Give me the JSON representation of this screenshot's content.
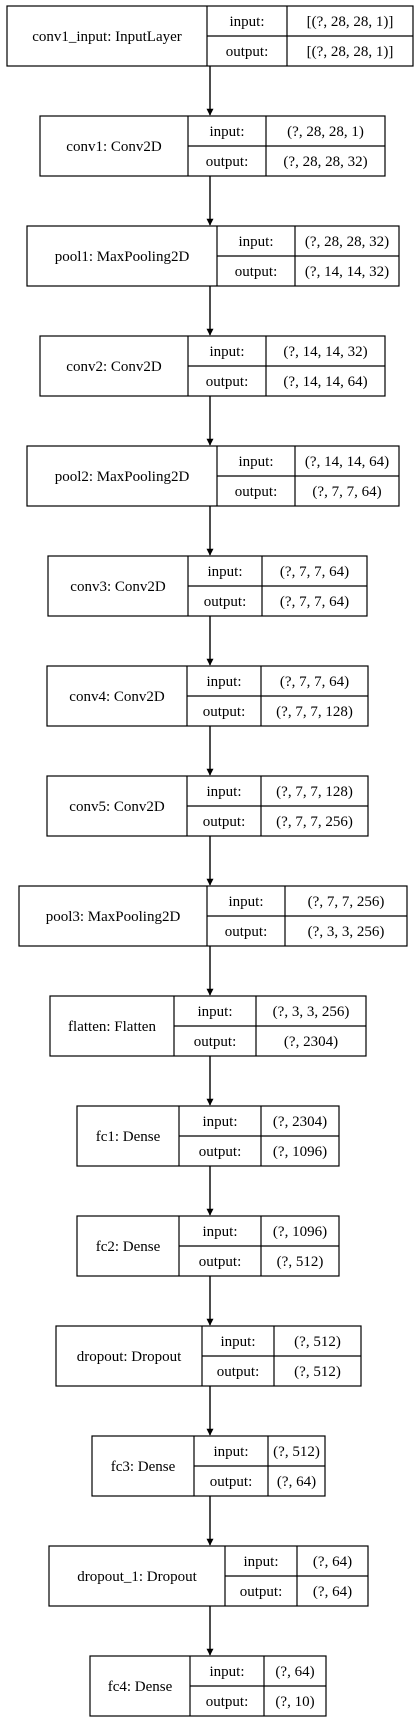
{
  "nodes": [
    {
      "id": "conv1_input",
      "name": "conv1_input: InputLayer",
      "io": [
        [
          "input:",
          "[(?, 28, 28, 1)]"
        ],
        [
          "output:",
          "[(?, 28, 28, 1)]"
        ]
      ]
    },
    {
      "id": "conv1",
      "name": "conv1: Conv2D",
      "io": [
        [
          "input:",
          "(?, 28, 28, 1)"
        ],
        [
          "output:",
          "(?, 28, 28, 32)"
        ]
      ]
    },
    {
      "id": "pool1",
      "name": "pool1: MaxPooling2D",
      "io": [
        [
          "input:",
          "(?, 28, 28, 32)"
        ],
        [
          "output:",
          "(?, 14, 14, 32)"
        ]
      ]
    },
    {
      "id": "conv2",
      "name": "conv2: Conv2D",
      "io": [
        [
          "input:",
          "(?, 14, 14, 32)"
        ],
        [
          "output:",
          "(?, 14, 14, 64)"
        ]
      ]
    },
    {
      "id": "pool2",
      "name": "pool2: MaxPooling2D",
      "io": [
        [
          "input:",
          "(?, 14, 14, 64)"
        ],
        [
          "output:",
          "(?, 7, 7, 64)"
        ]
      ]
    },
    {
      "id": "conv3",
      "name": "conv3: Conv2D",
      "io": [
        [
          "input:",
          "(?, 7, 7, 64)"
        ],
        [
          "output:",
          "(?, 7, 7, 64)"
        ]
      ]
    },
    {
      "id": "conv4",
      "name": "conv4: Conv2D",
      "io": [
        [
          "input:",
          "(?, 7, 7, 64)"
        ],
        [
          "output:",
          "(?, 7, 7, 128)"
        ]
      ]
    },
    {
      "id": "conv5",
      "name": "conv5: Conv2D",
      "io": [
        [
          "input:",
          "(?, 7, 7, 128)"
        ],
        [
          "output:",
          "(?, 7, 7, 256)"
        ]
      ]
    },
    {
      "id": "pool3",
      "name": "pool3: MaxPooling2D",
      "io": [
        [
          "input:",
          "(?, 7, 7, 256)"
        ],
        [
          "output:",
          "(?, 3, 3, 256)"
        ]
      ]
    },
    {
      "id": "flatten",
      "name": "flatten: Flatten",
      "io": [
        [
          "input:",
          "(?, 3, 3, 256)"
        ],
        [
          "output:",
          "(?, 2304)"
        ]
      ]
    },
    {
      "id": "fc1",
      "name": "fc1: Dense",
      "io": [
        [
          "input:",
          "(?, 2304)"
        ],
        [
          "output:",
          "(?, 1096)"
        ]
      ]
    },
    {
      "id": "fc2",
      "name": "fc2: Dense",
      "io": [
        [
          "input:",
          "(?, 1096)"
        ],
        [
          "output:",
          "(?, 512)"
        ]
      ]
    },
    {
      "id": "dropout",
      "name": "dropout: Dropout",
      "io": [
        [
          "input:",
          "(?, 512)"
        ],
        [
          "output:",
          "(?, 512)"
        ]
      ]
    },
    {
      "id": "fc3",
      "name": "fc3: Dense",
      "io": [
        [
          "input:",
          "(?, 512)"
        ],
        [
          "output:",
          "(?, 64)"
        ]
      ]
    },
    {
      "id": "dropout_1",
      "name": "dropout_1: Dropout",
      "io": [
        [
          "input:",
          "(?, 64)"
        ],
        [
          "output:",
          "(?, 64)"
        ]
      ]
    },
    {
      "id": "fc4",
      "name": "fc4: Dense",
      "io": [
        [
          "input:",
          "(?, 64)"
        ],
        [
          "output:",
          "(?, 10)"
        ]
      ]
    }
  ],
  "edges": [
    [
      "conv1_input",
      "conv1"
    ],
    [
      "conv1",
      "pool1"
    ],
    [
      "pool1",
      "conv2"
    ],
    [
      "conv2",
      "pool2"
    ],
    [
      "pool2",
      "conv3"
    ],
    [
      "conv3",
      "conv4"
    ],
    [
      "conv4",
      "conv5"
    ],
    [
      "conv5",
      "pool3"
    ],
    [
      "pool3",
      "flatten"
    ],
    [
      "flatten",
      "fc1"
    ],
    [
      "fc1",
      "fc2"
    ],
    [
      "fc2",
      "dropout"
    ],
    [
      "dropout",
      "fc3"
    ],
    [
      "fc3",
      "dropout_1"
    ],
    [
      "dropout_1",
      "fc4"
    ]
  ]
}
